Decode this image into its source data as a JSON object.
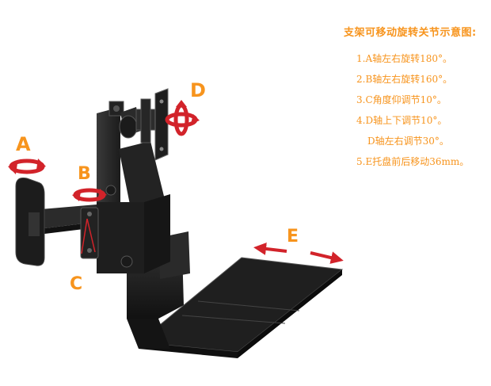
{
  "legend": {
    "title": "支架可移动旋转关节示意图:",
    "items": [
      "1.A轴左右旋转180°。",
      "2.B轴左右旋转160°。",
      "3.C角度仰调节10°。",
      "4.D轴上下调节10°。",
      "D轴左右调节30°。",
      "5.E托盘前后移动36mm。"
    ]
  },
  "labels": {
    "a": "A",
    "b": "B",
    "c": "C",
    "d": "D",
    "e": "E"
  },
  "colors": {
    "accent": "#f7941d",
    "arrow": "#d2232a",
    "metal": "#2a2a2a"
  }
}
